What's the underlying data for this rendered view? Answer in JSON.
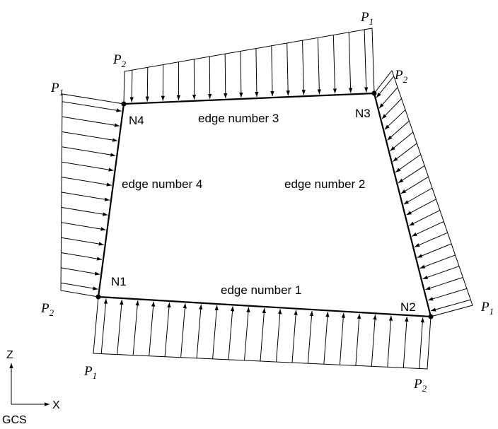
{
  "nodes": {
    "n1": "N1",
    "n2": "N2",
    "n3": "N3",
    "n4": "N4"
  },
  "edges": {
    "e1": "edge number 1",
    "e2": "edge number 2",
    "e3": "edge number 3",
    "e4": "edge number 4"
  },
  "loads": {
    "p_symbol": "P",
    "sub1": "1",
    "sub2": "2"
  },
  "axes": {
    "z": "Z",
    "x": "X",
    "system": "GCS"
  },
  "colors": {
    "line": "#000000",
    "background": "#ffffff"
  }
}
